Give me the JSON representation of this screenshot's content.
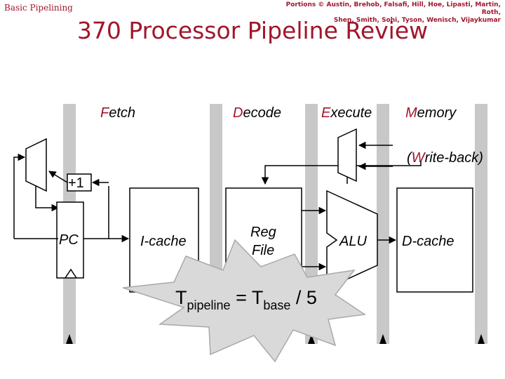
{
  "header": {
    "left_text": "Basic Pipelining",
    "right_line1": "Portions © Austin, Brehob, Falsafi, Hill, Hoe, Lipasti, Martin, Roth,",
    "right_line2": "Shen, Smith, Sohi, Tyson, Wenisch, Vijaykumar"
  },
  "title": "370 Processor Pipeline Review",
  "stages": {
    "fetch": {
      "initial": "F",
      "rest": "etch"
    },
    "decode": {
      "initial": "D",
      "rest": "ecode"
    },
    "execute": {
      "initial": "E",
      "rest": "xecute"
    },
    "memory": {
      "initial": "M",
      "rest": "emory"
    },
    "writeback": {
      "prefix": "(",
      "initial": "W",
      "rest": "rite-back)"
    }
  },
  "components": {
    "pc": "PC",
    "adder": "+1",
    "icache": "I-cache",
    "regfile_line1": "Reg",
    "regfile_line2": "File",
    "alu": "ALU",
    "dcache": "D-cache"
  },
  "formula": {
    "t1": "T",
    "sub1": "pipeline",
    "eq": " = T",
    "sub2": "base",
    "tail": " / 5"
  },
  "colors": {
    "accent": "#a0162c",
    "stage_initial": "#a0162c",
    "pipeline_bar": "#c8c8c8",
    "burst": "#d9d9d9"
  }
}
